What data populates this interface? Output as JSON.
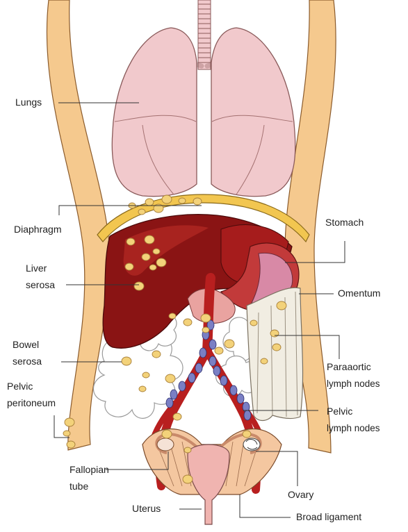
{
  "labels": {
    "lungs": "Lungs",
    "diaphragm": "Diaphragm",
    "liver_1": "Liver",
    "liver_2": "serosa",
    "bowel_1": "Bowel",
    "bowel_2": "serosa",
    "pelvic_peritoneum_1": "Pelvic",
    "pelvic_peritoneum_2": "peritoneum",
    "fallopian_1": "Fallopian",
    "fallopian_2": "tube",
    "uterus": "Uterus",
    "stomach": "Stomach",
    "omentum": "Omentum",
    "paraaortic_1": "Paraaortic",
    "paraaortic_2": "lymph nodes",
    "pelvic_lymph_1": "Pelvic",
    "pelvic_lymph_2": "lymph nodes",
    "ovary": "Ovary",
    "broad_ligament": "Broad ligament"
  },
  "colors": {
    "body_wall": "#f5c98e",
    "body_wall_stroke": "#8a5a2b",
    "lung": "#f1c9cc",
    "lung_shade": "#e2aab1",
    "diaphragm": "#f2c650",
    "liver": "#8a1414",
    "liver_light": "#b52a24",
    "stomach": "#c23a3a",
    "stomach_pink": "#d889a6",
    "artery": "#b81f1f",
    "lymph_node": "#7a7fc4",
    "deposit": "#f3d27a",
    "deposit_stroke": "#a9803a",
    "omentum": "#f1ede2",
    "uterus": "#f0b4b0",
    "broad_ligament": "#f4c7a0"
  }
}
